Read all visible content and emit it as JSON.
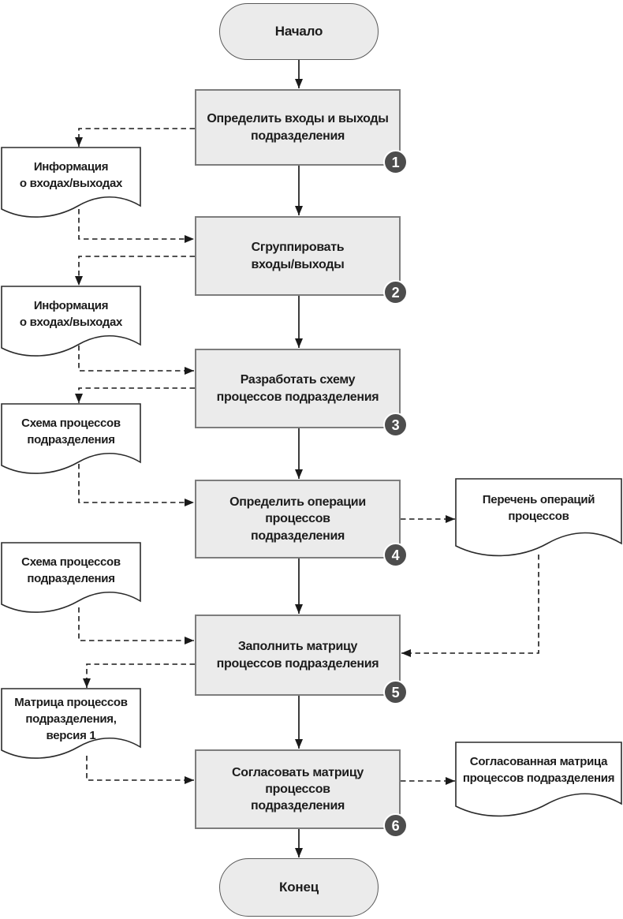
{
  "flow": {
    "start_label": "Начало",
    "end_label": "Конец",
    "steps": [
      {
        "num": "1",
        "label": "Определить входы и выходы\nподразделения"
      },
      {
        "num": "2",
        "label": "Сгруппировать\nвходы/выходы"
      },
      {
        "num": "3",
        "label": "Разработать схему\nпроцессов подразделения"
      },
      {
        "num": "4",
        "label": "Определить операции\nпроцессов\nподразделения"
      },
      {
        "num": "5",
        "label": "Заполнить матрицу\nпроцессов подразделения"
      },
      {
        "num": "6",
        "label": "Согласовать матрицу\nпроцессов\nподразделения"
      }
    ],
    "documents": [
      {
        "side": "left",
        "label": "Информация\nо входах/выходах"
      },
      {
        "side": "left",
        "label": "Информация\nо входах/выходах"
      },
      {
        "side": "left",
        "label": "Схема процессов\nподразделения"
      },
      {
        "side": "left",
        "label": "Схема процессов\nподразделения"
      },
      {
        "side": "left",
        "label": "Матрица процессов\nподразделения,\nверсия 1"
      },
      {
        "side": "right",
        "label": "Перечень операций\nпроцессов"
      },
      {
        "side": "right",
        "label": "Согласованная матрица\nпроцессов подразделения"
      }
    ]
  },
  "colors": {
    "node_fill": "#ebebeb",
    "node_border": "#7d7d7d",
    "terminal_border": "#5a5a5a",
    "document_border": "#2b2b2b",
    "badge_fill": "#4d4d4d",
    "badge_text": "#ffffff",
    "line": "#1a1a1a"
  }
}
